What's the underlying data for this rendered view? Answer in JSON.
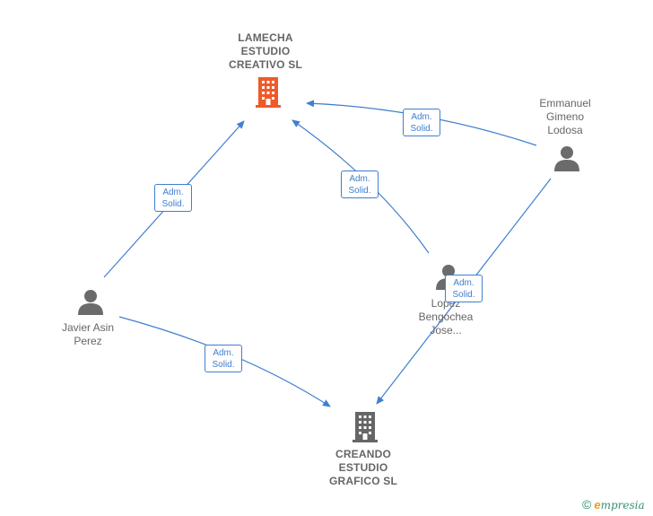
{
  "nodes": {
    "lamecha": {
      "type": "company",
      "highlight": true,
      "lines": [
        "LAMECHA",
        "ESTUDIO",
        "CREATIVO  SL"
      ]
    },
    "creando": {
      "type": "company",
      "highlight": false,
      "lines": [
        "CREANDO",
        "ESTUDIO",
        "GRAFICO  SL"
      ]
    },
    "emmanuel": {
      "type": "person",
      "lines": [
        "Emmanuel",
        "Gimeno",
        "Lodosa"
      ]
    },
    "javier": {
      "type": "person",
      "lines": [
        "Javier Asin",
        "Perez"
      ]
    },
    "lopez": {
      "type": "person",
      "lines": [
        "Lopez",
        "Bengochea",
        "Jose..."
      ]
    }
  },
  "edges": [
    {
      "from": "javier",
      "to": "lamecha",
      "role_line1": "Adm.",
      "role_line2": "Solid."
    },
    {
      "from": "lopez",
      "to": "lamecha",
      "role_line1": "Adm.",
      "role_line2": "Solid."
    },
    {
      "from": "emmanuel",
      "to": "lamecha",
      "role_line1": "Adm.",
      "role_line2": "Solid."
    },
    {
      "from": "javier",
      "to": "creando",
      "role_line1": "Adm.",
      "role_line2": "Solid."
    },
    {
      "from": "emmanuel",
      "to": "creando",
      "role_line1": "Adm.",
      "role_line2": "Solid."
    }
  ],
  "colors": {
    "edge": "#3f7fcf",
    "company_highlight": "#f05a28",
    "company": "#666666",
    "person": "#6b6b6b",
    "label": "#666666"
  },
  "brand": {
    "copyright": "©",
    "initial": "e",
    "rest": "mpresia"
  }
}
